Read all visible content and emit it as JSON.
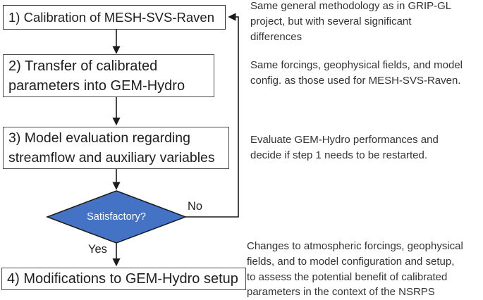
{
  "colors": {
    "background": "#ffffff",
    "box_fill": "#ffffff",
    "box_border": "#4d4d4d",
    "connector_line": "#1a1a1a",
    "decision_fill": "#4472C4",
    "decision_border": "#1a1a1a",
    "decision_text": "#ffffff",
    "text": "#1f1f1f"
  },
  "flowchart": {
    "steps": [
      {
        "label": "1) Calibration of MESH-SVS-Raven"
      },
      {
        "label": "2) Transfer of calibrated\nparameters into GEM-Hydro"
      },
      {
        "label": "3) Model evaluation regarding\nstreamflow and auxiliary variables"
      },
      {
        "label": "4) Modifications to GEM-Hydro setup"
      }
    ],
    "decision": {
      "label": "Satisfactory?",
      "yes_label": "Yes",
      "no_label": "No"
    }
  },
  "notes": [
    {
      "text": "Same general methodology as in GRIP-GL\nproject, but with several significant\ndifferences"
    },
    {
      "text": "Same forcings, geophysical fields, and model\nconfig. as those used for MESH-SVS-Raven."
    },
    {
      "text": "Evaluate GEM-Hydro performances and\ndecide if step 1 needs to be restarted."
    },
    {
      "text": "Changes to atmospheric forcings, geophysical\nfields, and to model configuration and setup,\nto assess the potential benefit of calibrated\nparameters in the context of the NSRPS"
    }
  ]
}
